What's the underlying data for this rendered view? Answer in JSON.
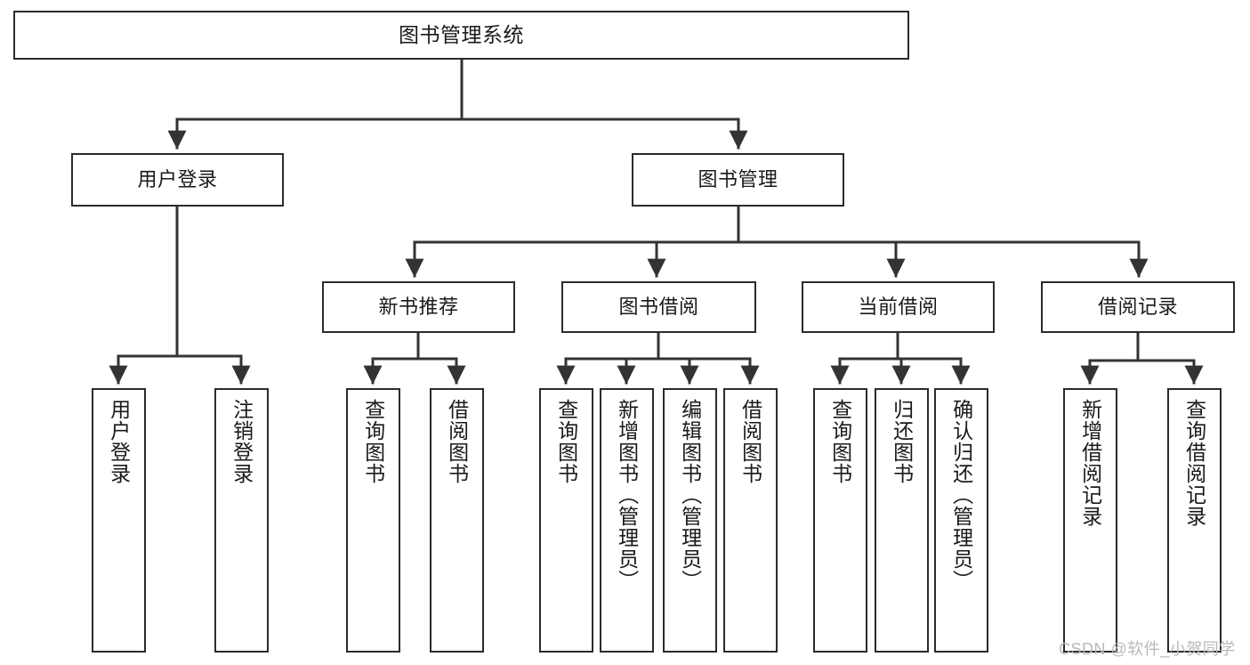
{
  "diagram": {
    "type": "functional-hierarchy-tree",
    "title": "图书管理系统",
    "orientation": "top-down",
    "colors": {
      "background": "#ffffff",
      "box_border": "#2b2b2b",
      "connector": "#333333",
      "text": "#1a1a1a",
      "watermark": "#b9b9b9"
    },
    "levels": [
      {
        "level": 1,
        "nodes": [
          {
            "id": "root",
            "label": "图书管理系统",
            "orientation": "horizontal"
          }
        ]
      },
      {
        "level": 2,
        "nodes": [
          {
            "id": "login",
            "label": "用户登录",
            "orientation": "horizontal",
            "parent": "root"
          },
          {
            "id": "bookmgmt",
            "label": "图书管理",
            "orientation": "horizontal",
            "parent": "root"
          }
        ]
      },
      {
        "level": 3,
        "nodes": [
          {
            "id": "newbook",
            "label": "新书推荐",
            "orientation": "horizontal",
            "parent": "bookmgmt"
          },
          {
            "id": "borrow",
            "label": "图书借阅",
            "orientation": "horizontal",
            "parent": "bookmgmt"
          },
          {
            "id": "current",
            "label": "当前借阅",
            "orientation": "horizontal",
            "parent": "bookmgmt"
          },
          {
            "id": "records",
            "label": "借阅记录",
            "orientation": "horizontal",
            "parent": "bookmgmt"
          }
        ]
      },
      {
        "level": 4,
        "nodes": [
          {
            "id": "leaf-login-1",
            "label": "用户登录",
            "orientation": "vertical",
            "parent": "login"
          },
          {
            "id": "leaf-login-2",
            "label": "注销登录",
            "orientation": "vertical",
            "parent": "login"
          },
          {
            "id": "leaf-newbook-1",
            "label": "查询图书",
            "orientation": "vertical",
            "parent": "newbook"
          },
          {
            "id": "leaf-newbook-2",
            "label": "借阅图书",
            "orientation": "vertical",
            "parent": "newbook"
          },
          {
            "id": "leaf-borrow-1",
            "label": "查询图书",
            "orientation": "vertical",
            "parent": "borrow"
          },
          {
            "id": "leaf-borrow-2",
            "label": "新增图书（管理员）",
            "orientation": "vertical",
            "parent": "borrow"
          },
          {
            "id": "leaf-borrow-3",
            "label": "编辑图书（管理员）",
            "orientation": "vertical",
            "parent": "borrow"
          },
          {
            "id": "leaf-borrow-4",
            "label": "借阅图书",
            "orientation": "vertical",
            "parent": "borrow"
          },
          {
            "id": "leaf-current-1",
            "label": "查询图书",
            "orientation": "vertical",
            "parent": "current"
          },
          {
            "id": "leaf-current-2",
            "label": "归还图书",
            "orientation": "vertical",
            "parent": "current"
          },
          {
            "id": "leaf-current-3",
            "label": "确认归还（管理员）",
            "orientation": "vertical",
            "parent": "current"
          },
          {
            "id": "leaf-records-1",
            "label": "新增借阅记录",
            "orientation": "vertical",
            "parent": "records"
          },
          {
            "id": "leaf-records-2",
            "label": "查询借阅记录",
            "orientation": "vertical",
            "parent": "records"
          }
        ]
      }
    ]
  },
  "watermark": {
    "text": "CSDN @软件_小贺同学"
  }
}
